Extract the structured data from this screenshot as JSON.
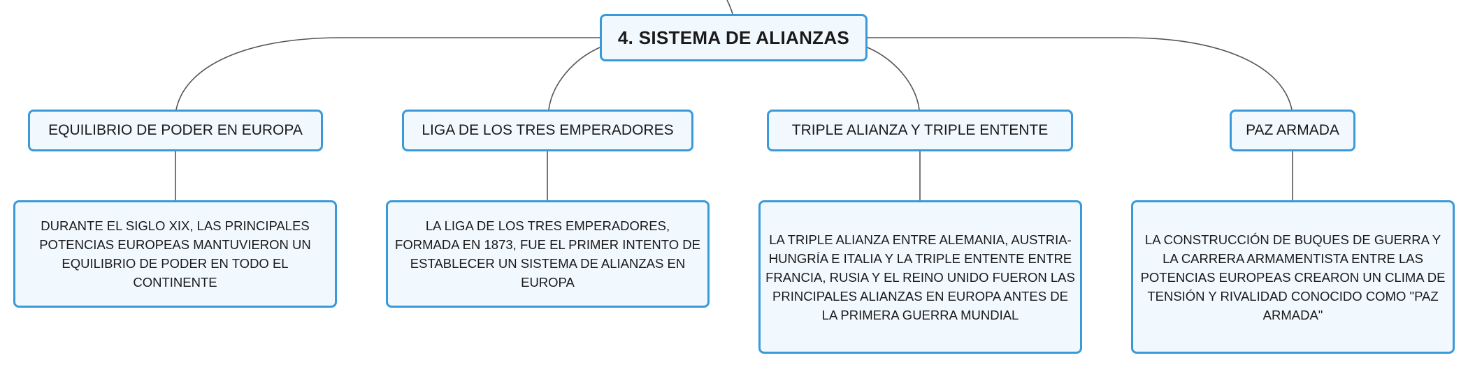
{
  "root": {
    "label": "4. SISTEMA DE ALIANZAS"
  },
  "branches": [
    {
      "label": "EQUILIBRIO DE PODER EN EUROPA",
      "detail": "DURANTE EL SIGLO XIX, LAS PRINCIPALES POTENCIAS EUROPEAS MANTUVIERON UN EQUILIBRIO DE PODER EN TODO EL CONTINENTE"
    },
    {
      "label": "LIGA DE LOS TRES EMPERADORES",
      "detail": "LA LIGA DE LOS TRES EMPERADORES, FORMADA EN 1873, FUE EL PRIMER INTENTO DE ESTABLECER UN SISTEMA DE ALIANZAS EN EUROPA"
    },
    {
      "label": "TRIPLE ALIANZA Y TRIPLE ENTENTE",
      "detail": "LA TRIPLE ALIANZA ENTRE ALEMANIA, AUSTRIA-HUNGRÍA E ITALIA Y LA TRIPLE ENTENTE ENTRE FRANCIA, RUSIA Y EL REINO UNIDO FUERON LAS PRINCIPALES ALIANZAS EN EUROPA ANTES DE LA PRIMERA GUERRA MUNDIAL"
    },
    {
      "label": "PAZ ARMADA",
      "detail": "LA CONSTRUCCIÓN DE BUQUES DE GUERRA Y LA CARRERA ARMAMENTISTA ENTRE LAS POTENCIAS EUROPEAS CREARON UN CLIMA DE TENSIÓN Y RIVALIDAD CONOCIDO COMO \"PAZ ARMADA\""
    }
  ],
  "colors": {
    "node_border": "#3a9ad9",
    "node_fill": "#f1f8fe",
    "connector": "#555555"
  }
}
